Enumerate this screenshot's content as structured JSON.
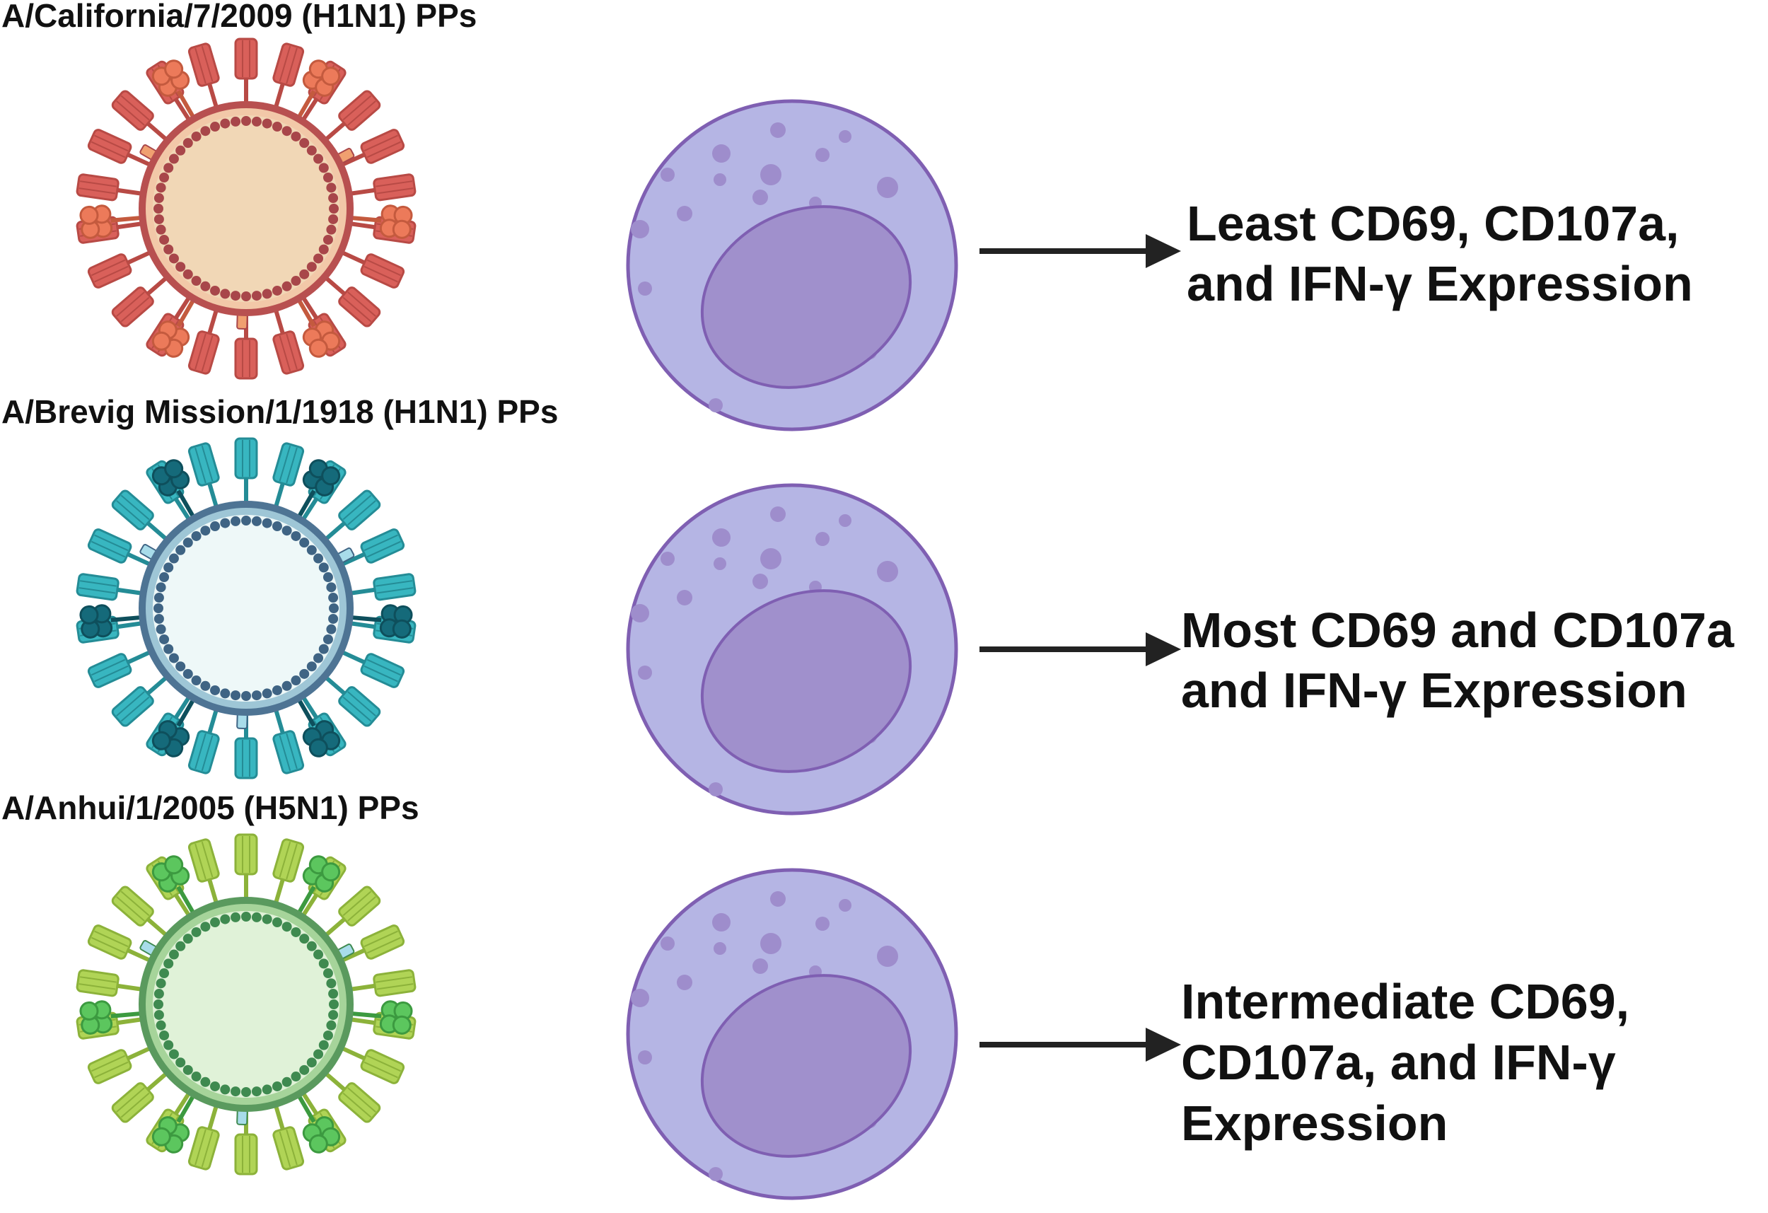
{
  "rows": [
    {
      "virus_label": "A/California/7/2009 (H1N1) PPs",
      "outcome_lines": [
        "Least CD69, CD107a,",
        "and IFN-γ Expression"
      ],
      "palette": {
        "spike": "#d9605a",
        "spike_dark": "#b84a45",
        "na": "#ec7a5a",
        "na_dark": "#c45a3e",
        "m2": "#f0a070",
        "shell": "#b85050",
        "shell_inner": "#f2c8a8",
        "core": "#f1d7b6",
        "dots": "#a8464a"
      }
    },
    {
      "virus_label": "A/Brevig Mission/1/1918 (H1N1) PPs",
      "outcome_lines": [
        "Most CD69 and CD107a",
        "and IFN-γ Expression"
      ],
      "palette": {
        "spike": "#38b6c0",
        "spike_dark": "#248c96",
        "na": "#156a7a",
        "na_dark": "#0e4f5c",
        "m2": "#a8dcea",
        "shell": "#4e7494",
        "shell_inner": "#9ec6d6",
        "core": "#eef8f8",
        "dots": "#3f6484"
      }
    },
    {
      "virus_label": "A/Anhui/1/2005 (H5N1) PPs",
      "outcome_lines": [
        "Intermediate CD69,",
        "CD107a, and IFN-γ",
        "Expression"
      ],
      "palette": {
        "spike": "#b0d456",
        "spike_dark": "#8cb23a",
        "na": "#5cc65e",
        "na_dark": "#3c9a40",
        "m2": "#a8dcea",
        "shell": "#5a9a5e",
        "shell_inner": "#a6d49a",
        "core": "#e0f2d8",
        "dots": "#3f8a50"
      }
    }
  ],
  "cell_palette": {
    "body": "#b5b5e4",
    "border": "#7f5fb2",
    "nucleus": "#a090cc",
    "nucleus_border": "#7f5fb2",
    "granules": "#9e8dcc"
  },
  "arrow_color": "#222222"
}
